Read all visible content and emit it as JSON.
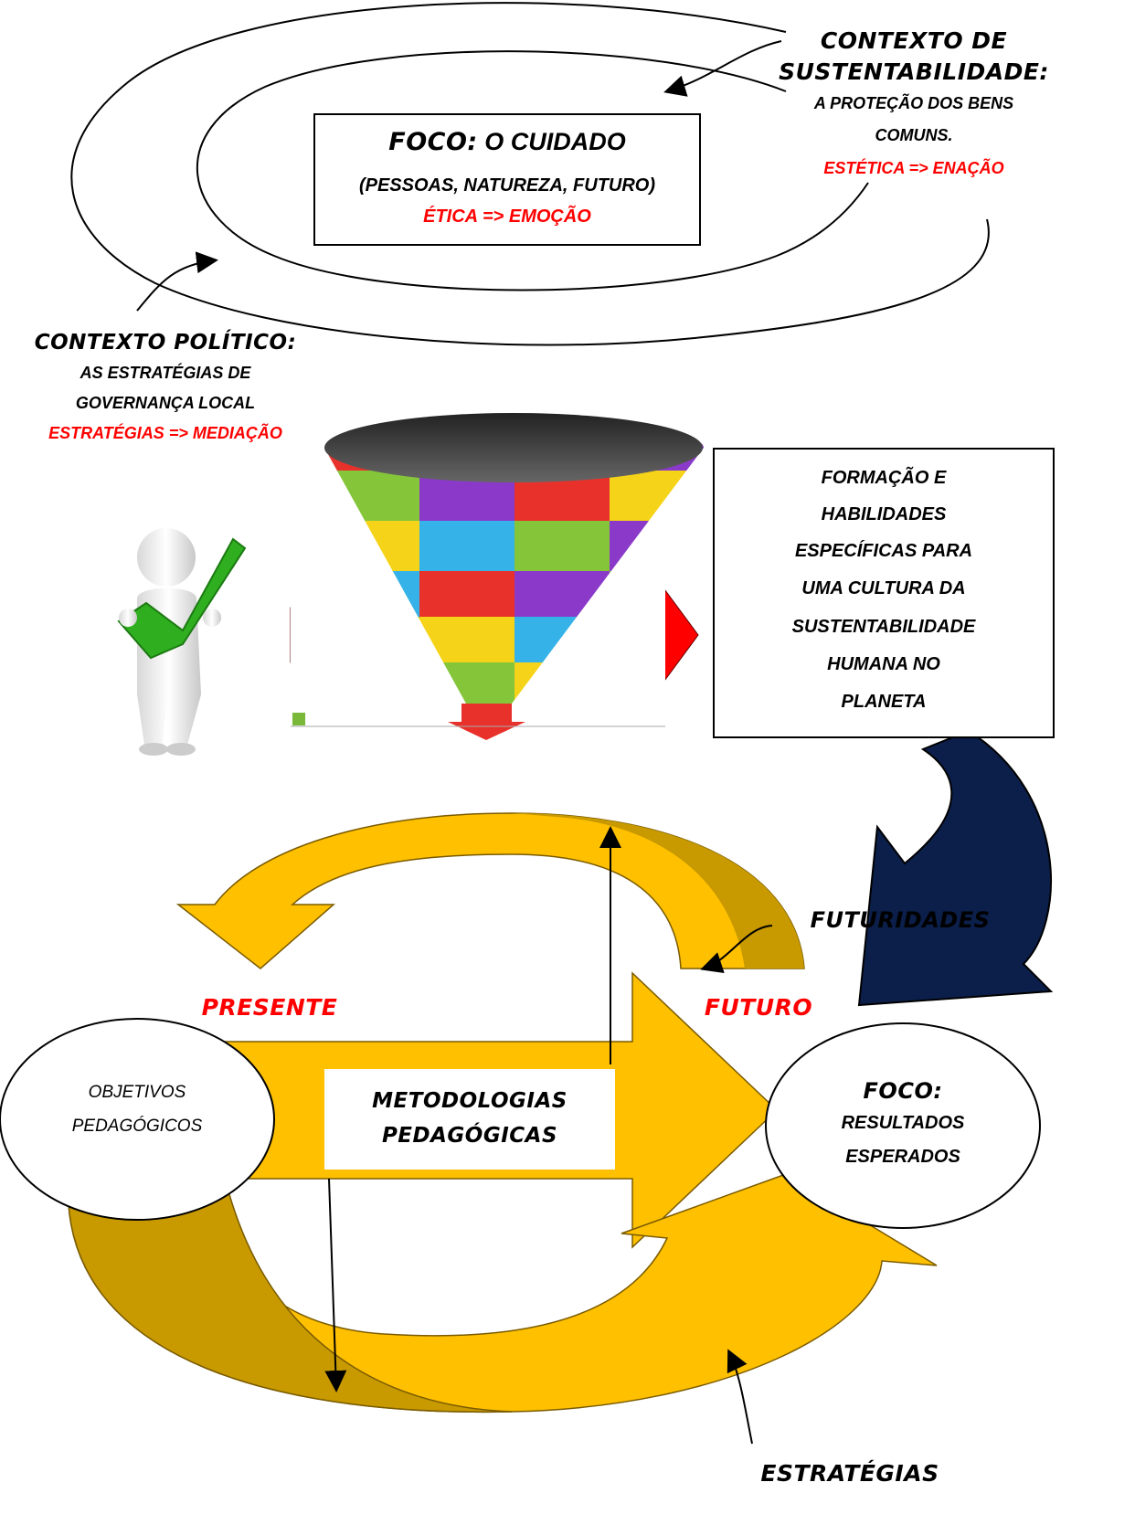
{
  "top": {
    "focus": {
      "title": "FOCO:",
      "subtitle": "O CUIDADO",
      "line2": "(PESSOAS, NATUREZA, FUTURO)",
      "line3": "ÉTICA => EMOÇÃO"
    },
    "sustainability": {
      "title1": "CONTEXTO DE",
      "title2": "SUSTENTABILIDADE:",
      "line1": "A PROTEÇÃO DOS BENS",
      "line2": "COMUNS.",
      "line3": "ESTÉTICA => ENAÇÃO"
    },
    "political": {
      "title": "CONTEXTO POLÍTICO:",
      "line1": "AS ESTRATÉGIAS DE",
      "line2": "GOVERNANÇA LOCAL",
      "line3": "ESTRATÉGIAS => MEDIAÇÃO"
    }
  },
  "middle": {
    "formation": [
      "FORMAÇÃO E",
      "HABILIDADES",
      "ESPECÍFICAS PARA",
      "UMA CULTURA DA",
      "SUSTENTABILIDADE",
      "HUMANA NO",
      "PLANETA"
    ]
  },
  "bottom": {
    "futuridades": "FUTURIDADES",
    "presente": "PRESENTE",
    "futuro": "FUTURO",
    "objetivos1": "OBJETIVOS",
    "objetivos2": "PEDAGÓGICOS",
    "metodologias1": "METODOLOGIAS",
    "metodologias2": "PEDAGÓGICAS",
    "foco_title": "FOCO:",
    "foco1": "RESULTADOS",
    "foco2": "ESPERADOS",
    "estrategias": "ESTRATÉGIAS"
  },
  "colors": {
    "gold": "#ffc000",
    "dark_gold": "#c89a00",
    "navy": "#0b1f4a",
    "red": "#ff0000"
  },
  "icons": [
    "person-checkmark-icon",
    "color-funnel-icon",
    "red-arrow-icon",
    "curved-arrow-icon"
  ]
}
